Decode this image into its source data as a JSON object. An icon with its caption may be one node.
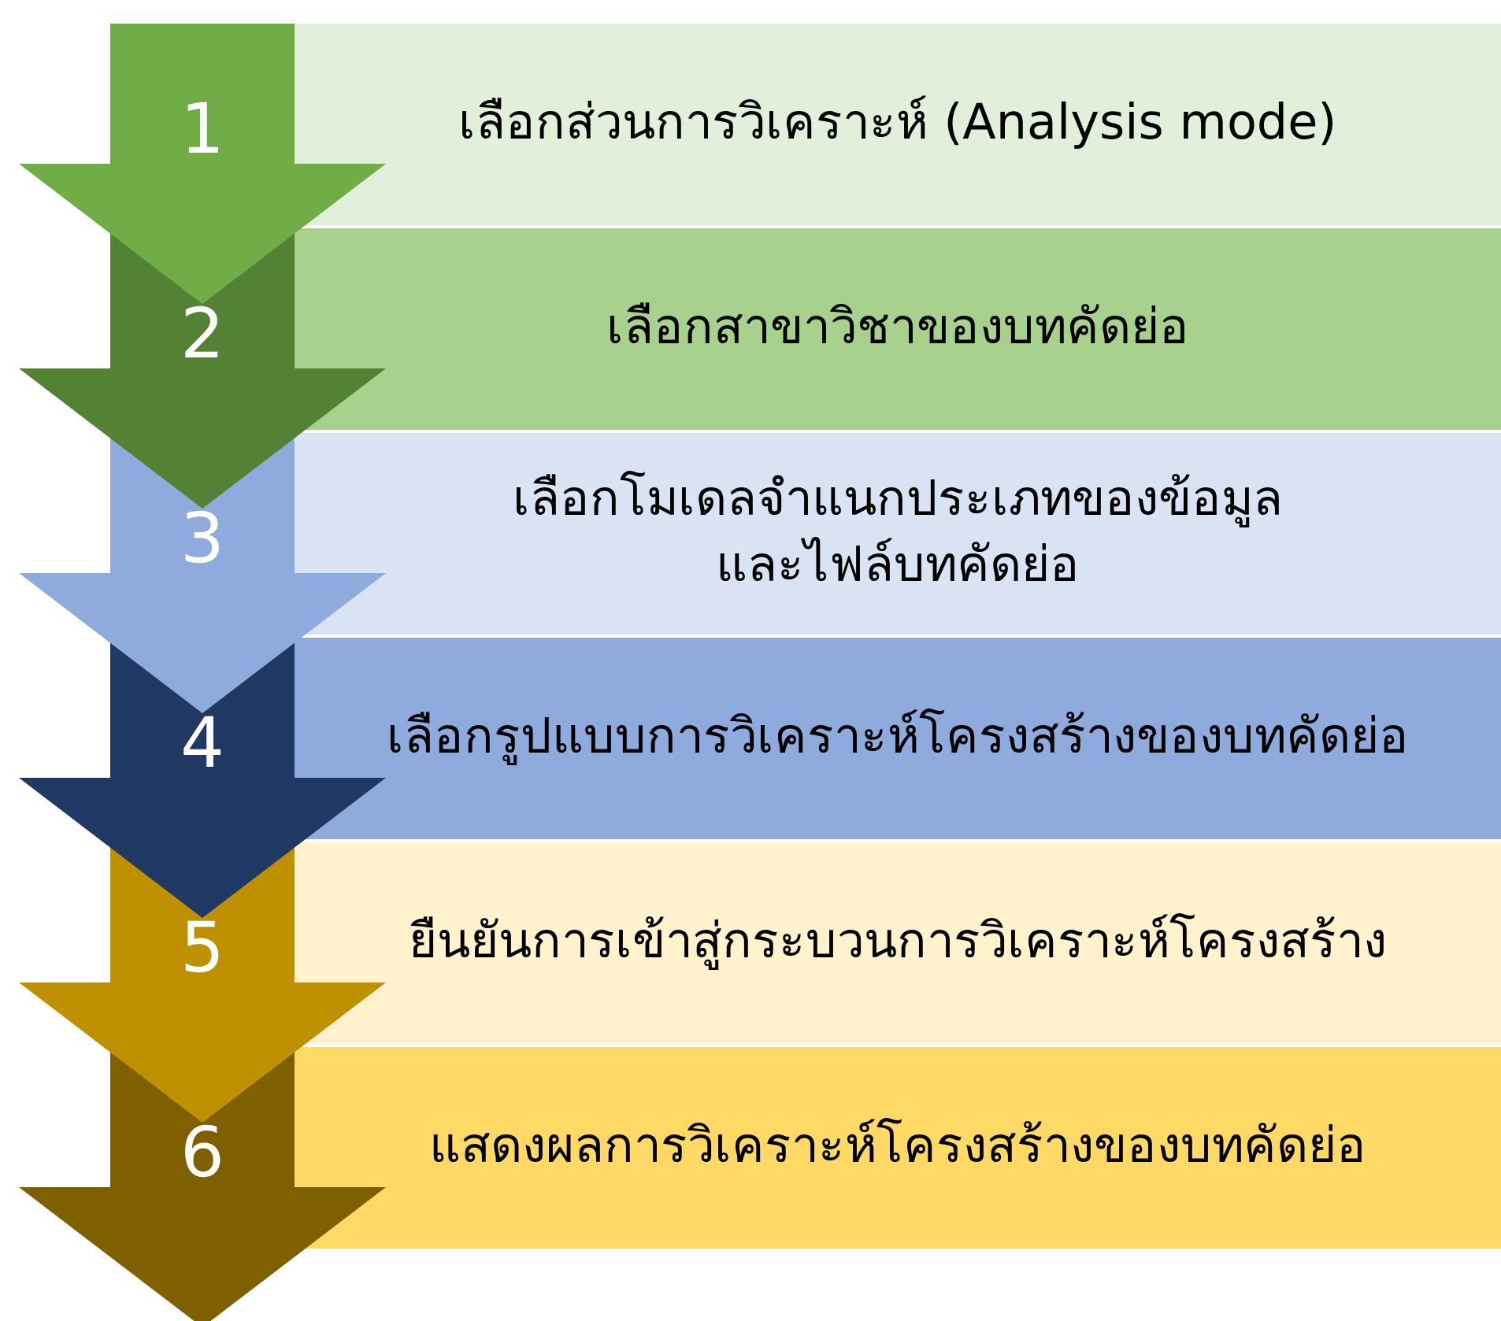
{
  "diagram": {
    "nodes": [
      {
        "text": [
          "1"
        ]
      },
      {
        "text": [
          "เลือกส่วนการวิเคราะห์ (Analysis mode)"
        ]
      },
      {
        "text": [
          "2"
        ]
      },
      {
        "text": [
          "เลือกสาขาวิชาของบทคัดย่อ"
        ]
      },
      {
        "text": [
          "3"
        ]
      },
      {
        "text": [
          "เลือกโมเดลจำแนกประเภทของข้อมูล และไฟล์บทคัดย่อ"
        ]
      },
      {
        "text": [
          "4"
        ]
      },
      {
        "text": [
          "เลือกรูปแบบการวิเคราะห์โครงสร้างของบทคัดย่อ"
        ]
      },
      {
        "text": [
          "5"
        ]
      },
      {
        "text": [
          "ยืนยันการเข้าสู่กระบวนการวิเคราะห์โครงสร้าง"
        ]
      },
      {
        "text": [
          "6"
        ]
      },
      {
        "text": [
          "แสดงผลการวิเคราะห์โครงสร้างของบทคัดย่อ"
        ]
      }
    ]
  }
}
